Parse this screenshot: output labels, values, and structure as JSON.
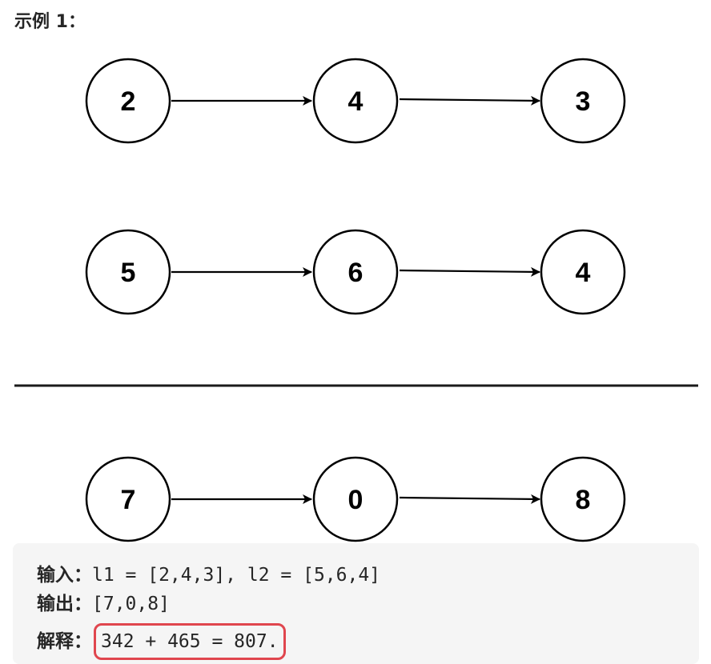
{
  "heading": "示例 1：",
  "lists": [
    {
      "nodes": [
        "2",
        "4",
        "3"
      ]
    },
    {
      "nodes": [
        "5",
        "6",
        "4"
      ]
    },
    {
      "nodes": [
        "7",
        "0",
        "8"
      ]
    }
  ],
  "example": {
    "input_label": "输入：",
    "input_value": "l1 = [2,4,3], l2 = [5,6,4]",
    "output_label": "输出：",
    "output_value": "[7,0,8]",
    "explain_label": "解释：",
    "explain_value": "342 + 465 = 807."
  },
  "colors": {
    "highlight_border": "#e0464e",
    "example_background": "#f5f5f5"
  }
}
